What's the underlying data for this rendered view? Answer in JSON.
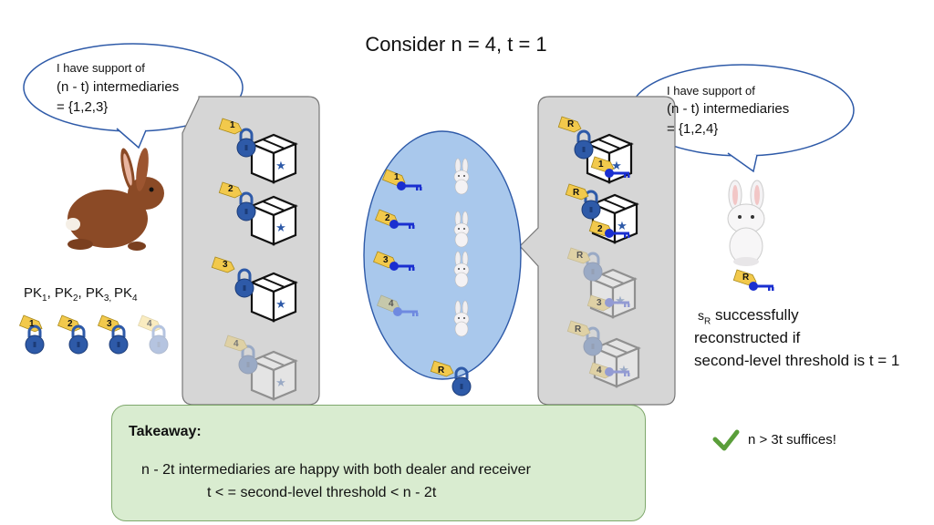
{
  "title": "Consider n = 4, t = 1",
  "dealer_bubble": {
    "line1": "I have support of",
    "line2": "(n - t) intermediaries",
    "line3": "= {1,2,3}"
  },
  "receiver_bubble": {
    "line1": "I have support of",
    "line2": "(n - t) intermediaries",
    "line3": "= {1,2,4}"
  },
  "public_keys": {
    "label_parts": [
      "PK",
      "1",
      ", PK",
      "2",
      ", PK",
      "3, ",
      "PK",
      "4"
    ],
    "tags": [
      "1",
      "2",
      "3",
      "4"
    ]
  },
  "dealer_panel": {
    "tags": [
      "1",
      "2",
      "3",
      "4"
    ]
  },
  "middle": {
    "key_tags": [
      "1",
      "2",
      "3",
      "4"
    ],
    "lock_tag": "R"
  },
  "receiver_panel": {
    "lock_tags": [
      "R",
      "R",
      "R",
      "R"
    ],
    "key_tags": [
      "1",
      "2",
      "3",
      "4"
    ]
  },
  "result": {
    "sub_s": "s",
    "sub_r": "R",
    "line1": "successfully",
    "line2": "reconstructed if",
    "line3": "second-level threshold is t = 1"
  },
  "receiver_key_tag": "R",
  "takeaway": {
    "heading": "Takeaway:",
    "line1": "n - 2t intermediaries are happy with both dealer and receiver",
    "line2": "t < =  second-level threshold < n - 2t"
  },
  "check": {
    "text": "n > 3t suffices!"
  },
  "colors": {
    "lock": "#2e5aa8",
    "key": "#1a2fd0",
    "tag": "#f2c94c",
    "panel": "#d6d6d6",
    "ellipse": "#a9c8ec",
    "takeaway_bg": "#d9ecd0",
    "check": "#5a9e3a"
  }
}
